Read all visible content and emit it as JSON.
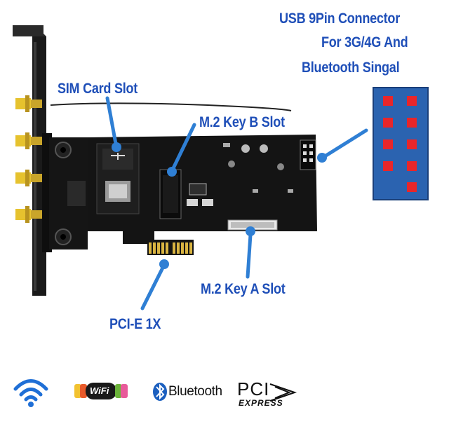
{
  "labels": {
    "usb_line1": "USB 9Pin Connector",
    "usb_line2": "For 3G/4G And",
    "usb_line3": "Bluetooth Singal",
    "sim": "SIM Card Slot",
    "m2b": "M.2 Key B Slot",
    "m2a": "M.2 Key A Slot",
    "pcie": "PCI-E 1X"
  },
  "logos": {
    "wifi_text": "WiFi",
    "bluetooth_text": "Bluetooth",
    "pci_text": "PCI",
    "express_text": "EXPRESS"
  },
  "colors": {
    "label_blue": "#1f4fb8",
    "arrow_blue": "#2f7fd4",
    "pcb": "#121212",
    "connector_panel": "#2b63b0",
    "pin_red": "#e8262a",
    "gold": "#d9b441"
  },
  "icons": [
    "wifi-signal-icon",
    "wifi-alliance-logo",
    "bluetooth-logo",
    "pci-express-logo"
  ]
}
